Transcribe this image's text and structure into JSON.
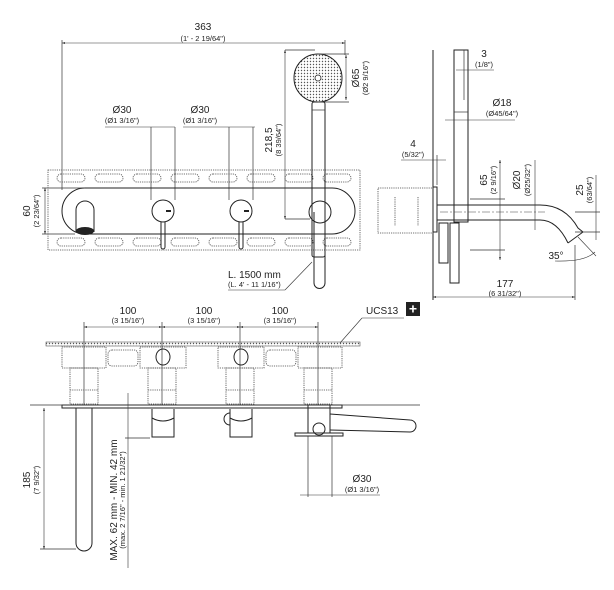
{
  "drawing": {
    "title": "Wall-mounted faucet with hand shower - technical drawing",
    "front_view": {
      "overall_width": {
        "mm": "363",
        "in": "(1' - 2 19/64\")"
      },
      "handle1_diameter": {
        "mm": "Ø30",
        "in": "(Ø1 3/16\")"
      },
      "handle2_diameter": {
        "mm": "Ø30",
        "in": "(Ø1 3/16\")"
      },
      "shower_height": {
        "mm": "218,5",
        "in": "(8 39/64\")"
      },
      "shower_head_diameter": {
        "mm": "Ø65",
        "in": "(Ø2 9/16\")"
      },
      "plate_height": {
        "mm": "60",
        "in": "(2 23/64\")"
      },
      "hose_length": {
        "mm": "L. 1500 mm",
        "in": "(L. 4' - 11 1/16\")"
      }
    },
    "side_view": {
      "plate_thickness": {
        "mm": "3",
        "in": "(1/8\")"
      },
      "holder_diameter": {
        "mm": "Ø18",
        "in": "(Ø45/64\")"
      },
      "wall_gap": {
        "mm": "4",
        "in": "(5/32\")"
      },
      "spout_height": {
        "mm": "65",
        "in": "(2 9/16\")"
      },
      "spout_diameter": {
        "mm": "Ø20",
        "in": "(Ø25/32\")"
      },
      "outlet_drop": {
        "mm": "25",
        "in": "(63/64\")"
      },
      "outlet_angle": "35°",
      "projection": {
        "mm": "177",
        "in": "(6 31/32\")"
      }
    },
    "top_view": {
      "spacing1": {
        "mm": "100",
        "in": "(3 15/16\")"
      },
      "spacing2": {
        "mm": "100",
        "in": "(3 15/16\")"
      },
      "spacing3": {
        "mm": "100",
        "in": "(3 15/16\")"
      },
      "body_code": "UCS13",
      "plus_icon": "+",
      "spout_length": {
        "mm": "185",
        "in": "(7 9/32\")"
      },
      "wall_depth": {
        "mm": "MAX. 62 mm - MIN. 42 mm",
        "in": "(max. 2 7/16\" - min. 1 21/32\")"
      },
      "holder_diameter": {
        "mm": "Ø30",
        "in": "(Ø1 3/16\")"
      }
    }
  }
}
